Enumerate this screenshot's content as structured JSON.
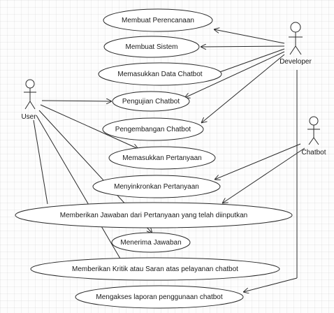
{
  "actors": [
    {
      "id": "developer",
      "label": "Developer"
    },
    {
      "id": "user",
      "label": "User"
    },
    {
      "id": "chatbot",
      "label": "Chatbot"
    }
  ],
  "use_cases": [
    {
      "id": "uc1",
      "label": "Membuat Perencanaan"
    },
    {
      "id": "uc2",
      "label": "Membuat Sistem"
    },
    {
      "id": "uc3",
      "label": "Memasukkan Data Chatbot"
    },
    {
      "id": "uc4",
      "label": "Pengujian Chatbot"
    },
    {
      "id": "uc5",
      "label": "Pengembangan Chatbot"
    },
    {
      "id": "uc6",
      "label": "Memasukkan Pertanyaan"
    },
    {
      "id": "uc7",
      "label": "Menyinkronkan Pertanyaan"
    },
    {
      "id": "uc8",
      "label": "Memberikan Jawaban dari Pertanyaan yang telah diinputkan"
    },
    {
      "id": "uc9",
      "label": "Menerima Jawaban"
    },
    {
      "id": "uc10",
      "label": "Memberikan Kritik atau Saran atas pelayanan chatbot"
    },
    {
      "id": "uc11",
      "label": "Mengakses laporan penggunaan chatbot"
    }
  ],
  "associations": [
    {
      "from": "developer",
      "to": "uc1"
    },
    {
      "from": "developer",
      "to": "uc2"
    },
    {
      "from": "developer",
      "to": "uc3"
    },
    {
      "from": "developer",
      "to": "uc4"
    },
    {
      "from": "developer",
      "to": "uc5"
    },
    {
      "from": "developer",
      "to": "uc11"
    },
    {
      "from": "user",
      "to": "uc4"
    },
    {
      "from": "user",
      "to": "uc6"
    },
    {
      "from": "user",
      "to": "uc9"
    },
    {
      "from": "user",
      "to": "uc10"
    },
    {
      "from": "user",
      "to": "uc8"
    },
    {
      "from": "chatbot",
      "to": "uc7"
    },
    {
      "from": "chatbot",
      "to": "uc8"
    }
  ]
}
